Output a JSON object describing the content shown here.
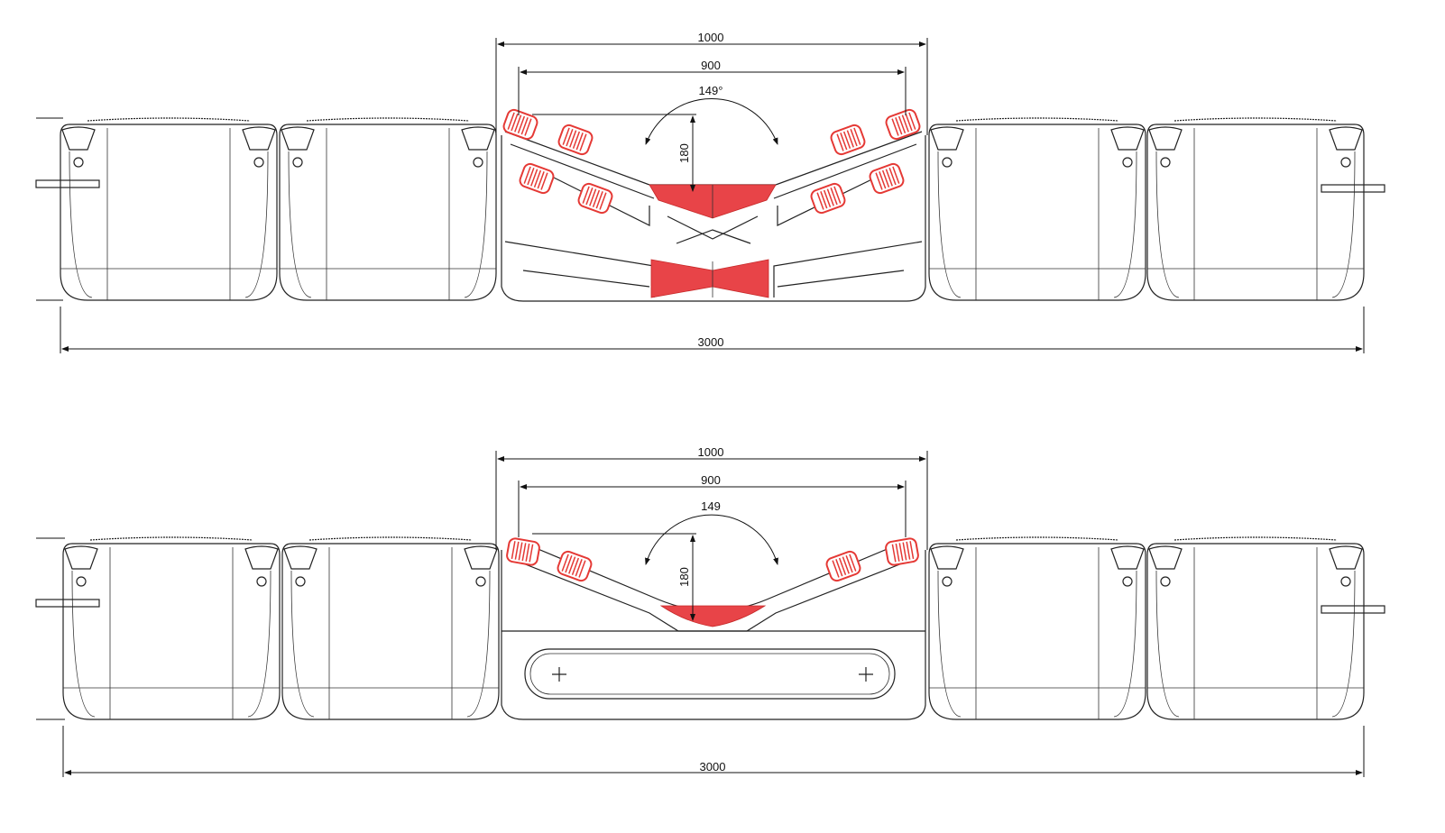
{
  "views": [
    {
      "name": "three-roll-deep-trough",
      "dim_outer_width": "1000",
      "dim_inner_width": "900",
      "dim_angle": "149°",
      "dim_depth": "180",
      "dim_total_width": "3000"
    },
    {
      "name": "three-roll-shallow-trough",
      "dim_outer_width": "1000",
      "dim_inner_width": "900",
      "dim_angle": "149",
      "dim_depth": "180",
      "dim_total_width": "3000"
    }
  ],
  "colors": {
    "roller": "#e53935",
    "fill": "#e84448",
    "line": "#222222"
  }
}
